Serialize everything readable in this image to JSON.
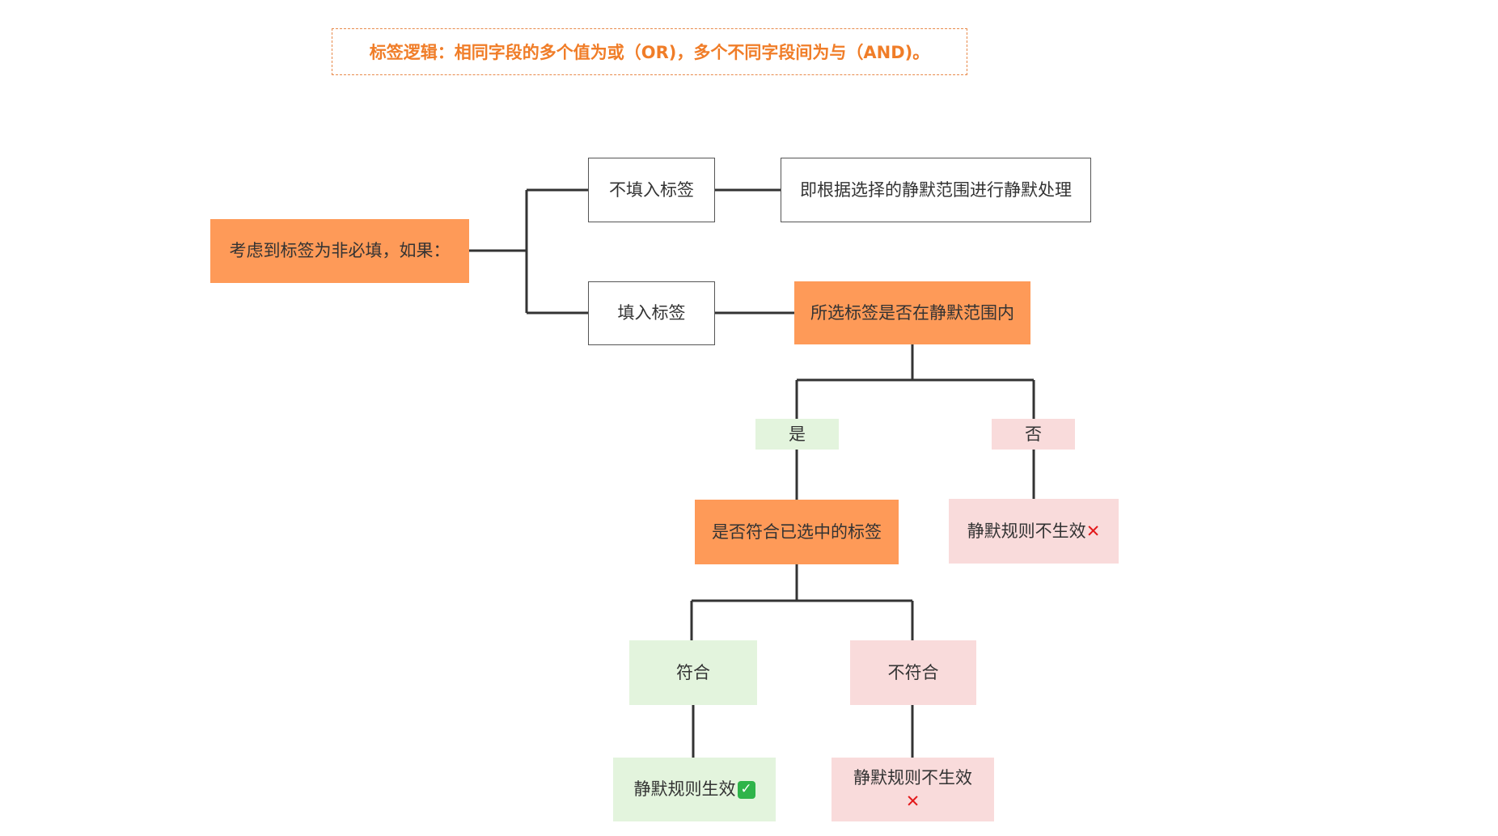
{
  "note": "标签逻辑：相同字段的多个值为或（OR)，多个不同字段间为与（AND)。",
  "root": "考虑到标签为非必填，如果：",
  "no_tag": "不填入标签",
  "no_tag_result": "即根据选择的静默范围进行静默处理",
  "with_tag": "填入标签",
  "in_range_question": "所选标签是否在静默范围内",
  "yes": "是",
  "no": "否",
  "not_effective": "静默规则不生效",
  "match_question": "是否符合已选中的标签",
  "match": "符合",
  "not_match": "不符合",
  "effective": "静默规则生效",
  "cross_mark": "✕",
  "check_mark": "✓",
  "colors": {
    "accent_orange": "#fe9a58",
    "note_text": "#f07d28",
    "green_fill": "#e3f4dd",
    "pink_fill": "#f9dbdb",
    "cross": "#e3191b",
    "check": "#2fb44a"
  }
}
